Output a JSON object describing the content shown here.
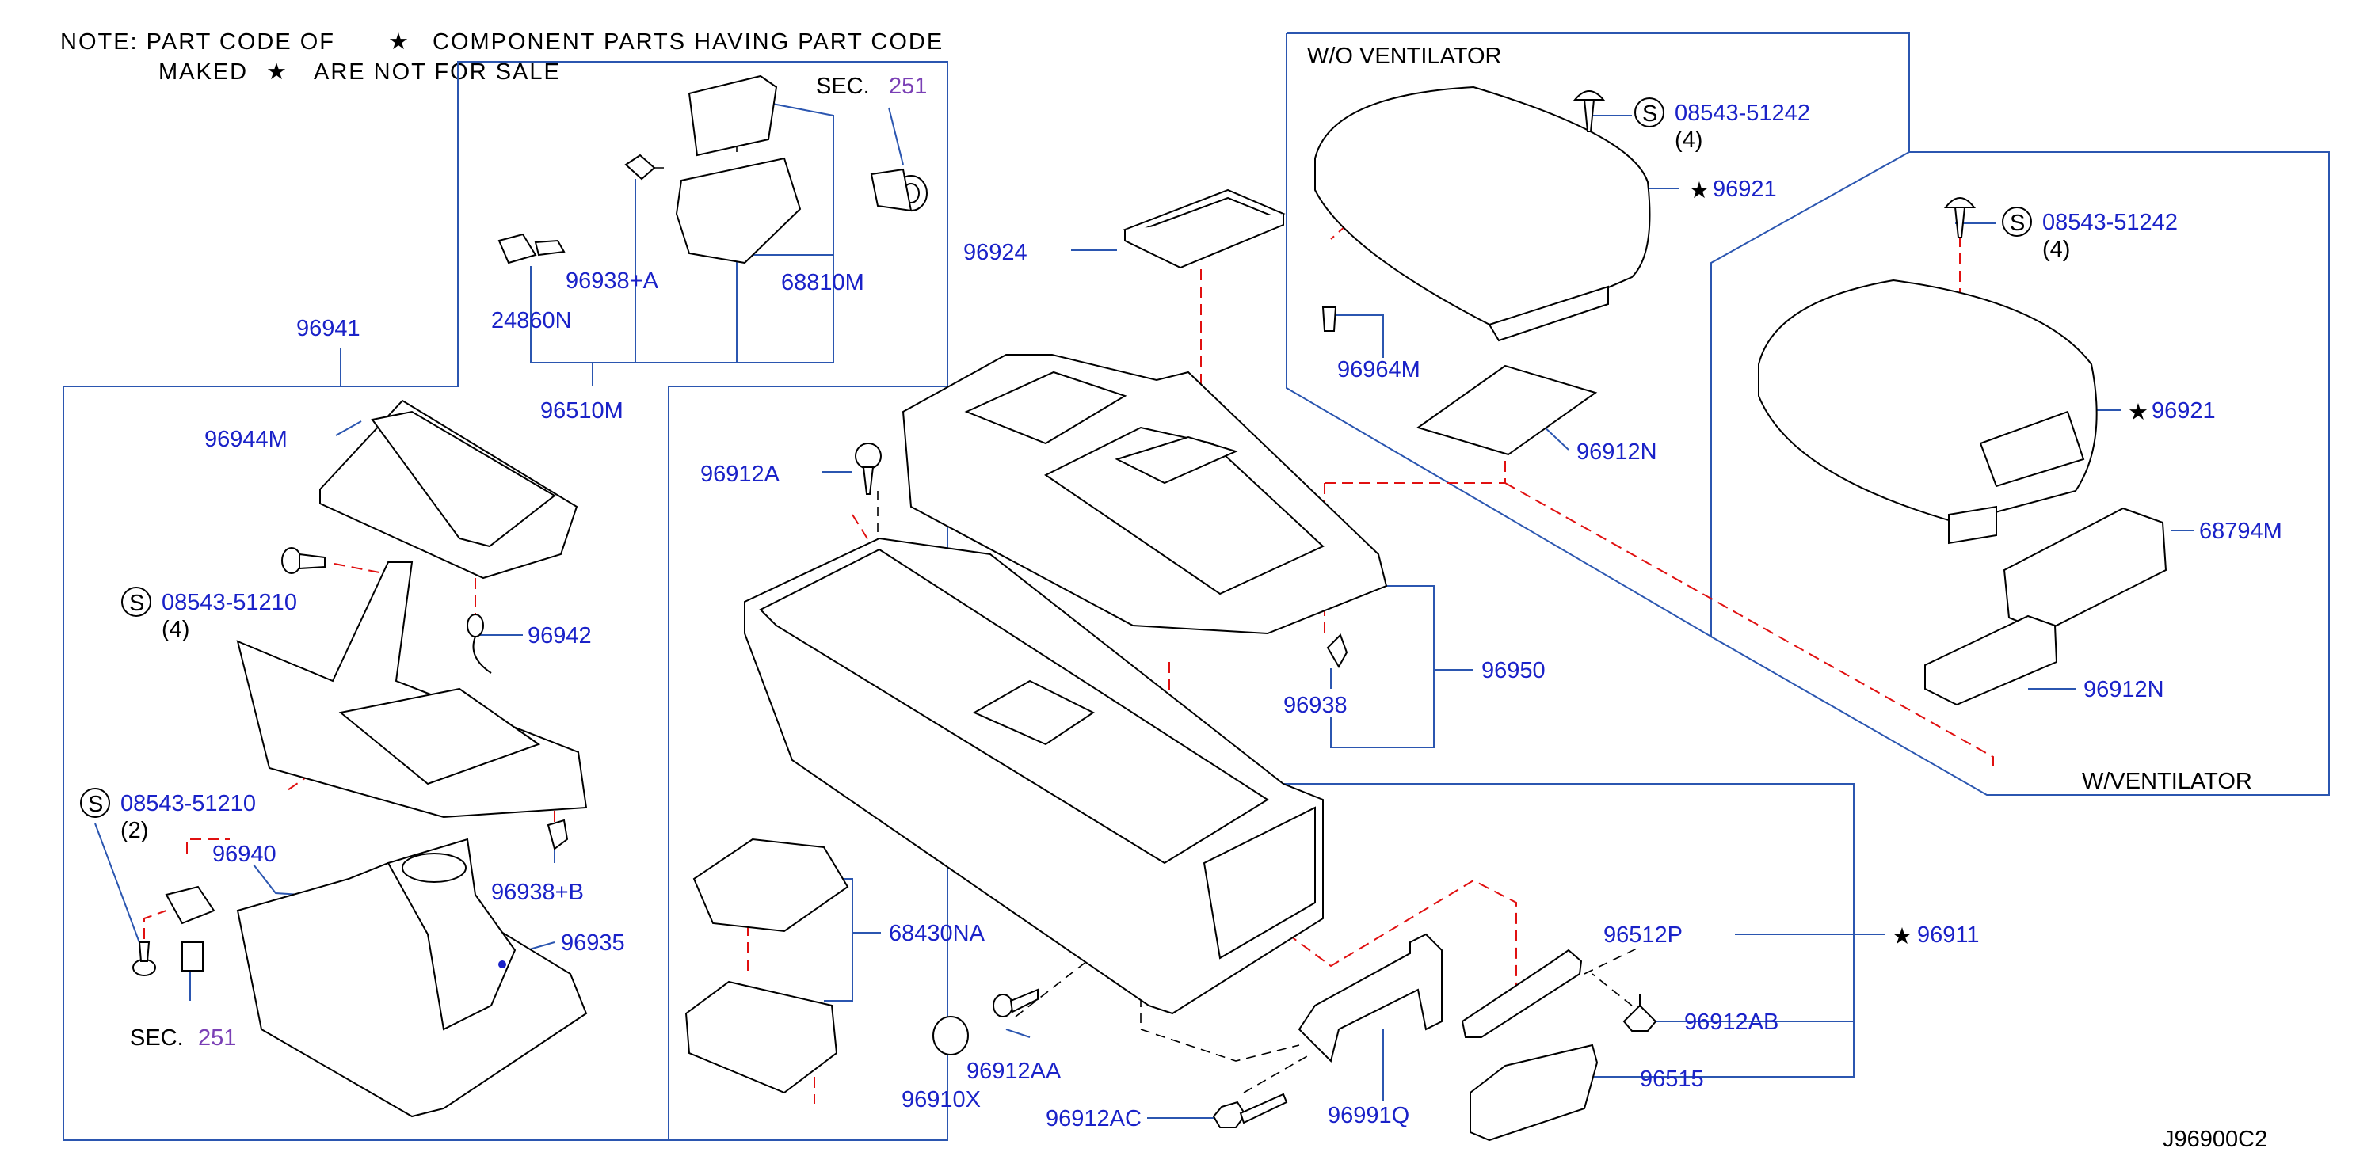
{
  "note": {
    "line1_a": "NOTE:  PART  CODE  OF",
    "line1_b": "COMPONENT  PARTS  HAVING  PART  CODE",
    "line2_a": "MAKED",
    "line2_b": "ARE  NOT  FOR  SALE"
  },
  "sections": {
    "wo_ventilator": "W/O   VENTILATOR",
    "w_ventilator": "W/VENTILATOR"
  },
  "sec_refs": [
    {
      "prefix": "SEC.",
      "num": "251"
    },
    {
      "prefix": "SEC.",
      "num": "251"
    }
  ],
  "screw_symbol": "S",
  "star_symbol": "★",
  "qty": [
    "(4)",
    "(4)",
    "(4)",
    "(2)"
  ],
  "labels": {
    "p96941": "96941",
    "p96944M": "96944M",
    "p96510M": "96510M",
    "p24860N": "24860N",
    "p96938A": "96938+A",
    "p68810M": "68810M",
    "p96924": "96924",
    "p96912A": "96912A",
    "p08543_51210_a": "08543-51210",
    "p08543_51210_b": "08543-51210",
    "p96942": "96942",
    "p96940": "96940",
    "p96938B": "96938+B",
    "p96935": "96935",
    "p68430NA": "68430NA",
    "p96910X": "96910X",
    "p96912AA": "96912AA",
    "p96912AC": "96912AC",
    "p96991Q": "96991Q",
    "p96515": "96515",
    "p96912AB": "96912AB",
    "p96512P": "96512P",
    "p96911": "96911",
    "p96938": "96938",
    "p96950": "96950",
    "p08543_51242_a": "08543-51242",
    "p08543_51242_b": "08543-51242",
    "p96921_a": "96921",
    "p96921_b": "96921",
    "p96964M": "96964M",
    "p96912N_a": "96912N",
    "p96912N_b": "96912N",
    "p68794M": "68794M"
  },
  "diagram_code": "J96900C2"
}
